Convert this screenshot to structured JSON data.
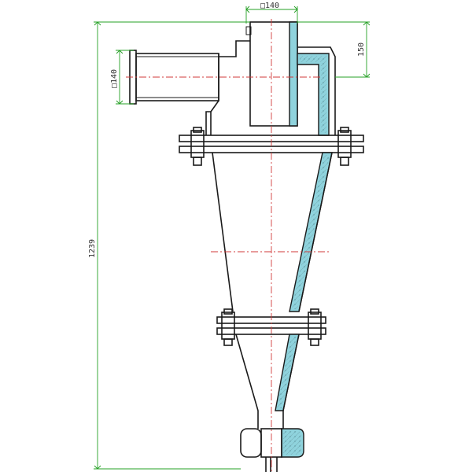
{
  "dimensions": {
    "top_width": "□140",
    "side_inlet": "□140",
    "overflow_offset": "150",
    "total_height": "1239"
  },
  "colors": {
    "outline": "#1a1a1a",
    "centerline": "#d23a3a",
    "dimension": "#25a025",
    "wear_liner": "#8fd3dd"
  }
}
